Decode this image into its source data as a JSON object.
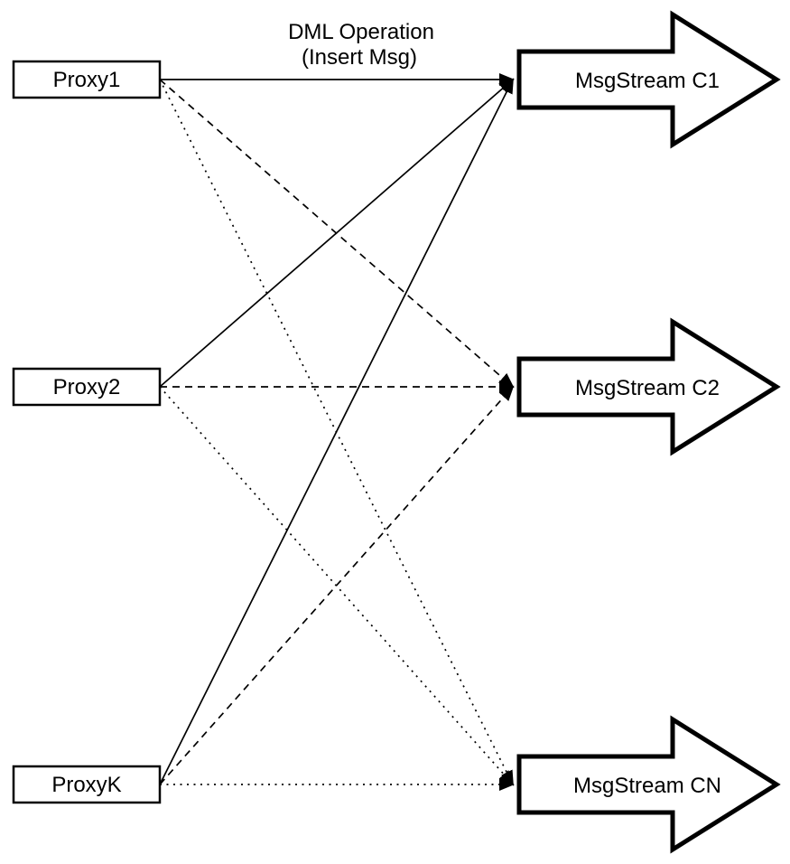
{
  "diagram": {
    "label": {
      "line1": "DML Operation",
      "line2": "(Insert Msg)"
    },
    "proxies": [
      {
        "id": "proxy1",
        "label": "Proxy1"
      },
      {
        "id": "proxy2",
        "label": "Proxy2"
      },
      {
        "id": "proxyk",
        "label": "ProxyK"
      }
    ],
    "streams": [
      {
        "id": "c1",
        "label": "MsgStream C1"
      },
      {
        "id": "c2",
        "label": "MsgStream C2"
      },
      {
        "id": "cn",
        "label": "MsgStream CN"
      }
    ],
    "edges": [
      {
        "from": "proxy1",
        "to": "c1",
        "style": "solid"
      },
      {
        "from": "proxy1",
        "to": "c2",
        "style": "dashed"
      },
      {
        "from": "proxy1",
        "to": "cn",
        "style": "dotted"
      },
      {
        "from": "proxy2",
        "to": "c1",
        "style": "solid"
      },
      {
        "from": "proxy2",
        "to": "c2",
        "style": "dashed"
      },
      {
        "from": "proxy2",
        "to": "cn",
        "style": "dotted"
      },
      {
        "from": "proxyk",
        "to": "c1",
        "style": "solid"
      },
      {
        "from": "proxyk",
        "to": "c2",
        "style": "dashed"
      },
      {
        "from": "proxyk",
        "to": "cn",
        "style": "dotted"
      }
    ],
    "colors": {
      "stroke": "#000000",
      "background": "#ffffff"
    }
  }
}
